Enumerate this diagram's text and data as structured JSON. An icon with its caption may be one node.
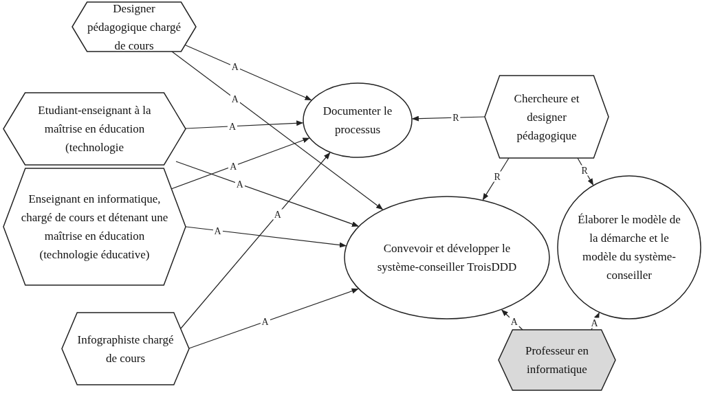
{
  "diagram": {
    "nodes": [
      {
        "text": [
          "Designer pédagogique chargé de cours"
        ]
      },
      {
        "text": [
          "Etudiant-enseignant à la maîtrise en éducation (technologie"
        ]
      },
      {
        "text": [
          "Enseignant en informatique, chargé de cours et détenant une maîtrise en éducation (technologie éducative)"
        ]
      },
      {
        "text": [
          "Infographiste chargé de cours"
        ]
      },
      {
        "text": [
          "Documenter le processus"
        ]
      },
      {
        "text": [
          "Chercheure et designer pédagogique"
        ]
      },
      {
        "text": [
          "Convevoir et développer le système-conseiller TroisDDD"
        ]
      },
      {
        "text": [
          "Élaborer le modèle de la démarche et le modèle du système-conseiller"
        ]
      },
      {
        "text": [
          "Professeur en informatique"
        ]
      }
    ],
    "edges": [
      {
        "from": 0,
        "to": 4,
        "arrow": "to",
        "label": "A"
      },
      {
        "from": 0,
        "to": 6,
        "arrow": "to",
        "label": "A"
      },
      {
        "from": 1,
        "to": 4,
        "arrow": "to",
        "label": "A"
      },
      {
        "from": 1,
        "to": 6,
        "arrow": "to",
        "label": "A"
      },
      {
        "from": 2,
        "to": 4,
        "arrow": "to",
        "label": "A"
      },
      {
        "from": 2,
        "to": 6,
        "arrow": "to",
        "label": "A"
      },
      {
        "from": 3,
        "to": 4,
        "arrow": "to",
        "label": "A"
      },
      {
        "from": 3,
        "to": 6,
        "arrow": "to",
        "label": "A"
      },
      {
        "from": 5,
        "to": 4,
        "arrow": "to",
        "label": "R"
      },
      {
        "from": 5,
        "to": 6,
        "arrow": "to",
        "label": "R"
      },
      {
        "from": 5,
        "to": 7,
        "arrow": "to",
        "label": "R"
      },
      {
        "from": 8,
        "to": 6,
        "arrow": "to",
        "label": "A"
      },
      {
        "from": 8,
        "to": 7,
        "arrow": "to",
        "label": "A"
      }
    ]
  }
}
